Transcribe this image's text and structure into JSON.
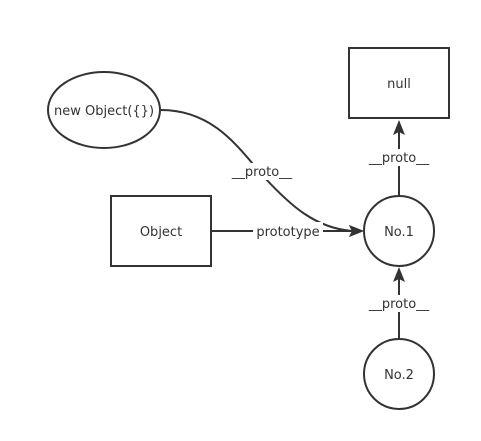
{
  "nodes": {
    "null": {
      "label": "null"
    },
    "new_object": {
      "label": "new Object({})"
    },
    "object": {
      "label": "Object"
    },
    "no1": {
      "label": "No.1"
    },
    "no2": {
      "label": "No.2"
    }
  },
  "edges": {
    "new_object_to_no1": {
      "label": "__proto__"
    },
    "object_to_no1": {
      "label": "prototype"
    },
    "no1_to_null": {
      "label": "__proto__"
    },
    "no2_to_no1": {
      "label": "__proto__"
    }
  },
  "colors": {
    "stroke": "#333333",
    "background": "#ffffff"
  }
}
